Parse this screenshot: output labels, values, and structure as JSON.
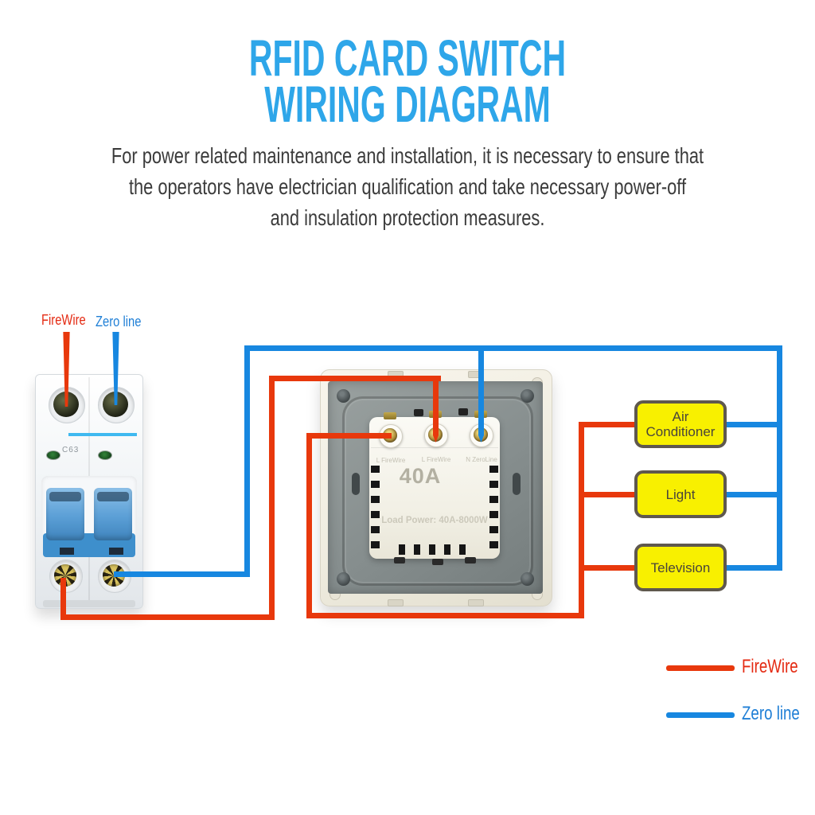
{
  "title": {
    "line1": "RFID CARD SWITCH",
    "line2": "WIRING DIAGRAM"
  },
  "intro": {
    "line1": "For power related maintenance and installation, it is necessary to ensure that",
    "line2": "the operators have electrician qualification and take necessary power-off",
    "line3": "and insulation protection measures."
  },
  "source_labels": {
    "firewire": "FireWire",
    "zero_line": "Zero line"
  },
  "breaker": {
    "model": "C63"
  },
  "switch_panel": {
    "terminal_labels": [
      "L FireWire",
      "L FireWire",
      "N ZeroLine"
    ],
    "rating": "40A",
    "load_power": "Load Power: 40A-8000W"
  },
  "appliances": [
    {
      "label": "Air Conditioner"
    },
    {
      "label": "Light"
    },
    {
      "label": "Television"
    }
  ],
  "legend": [
    {
      "label": "FireWire",
      "color": "#e8380c"
    },
    {
      "label": "Zero line",
      "color": "#1787e0"
    }
  ],
  "colors": {
    "title_blue": "#2ea6e9",
    "body_text": "#3b3b3b",
    "wire_red": "#e8380c",
    "wire_blue": "#1787e0",
    "label_red": "#e42a12",
    "label_blue": "#1f7fd6",
    "box_yellow": "#f8f000",
    "box_border": "#5f584e",
    "box_text": "#49443b"
  }
}
